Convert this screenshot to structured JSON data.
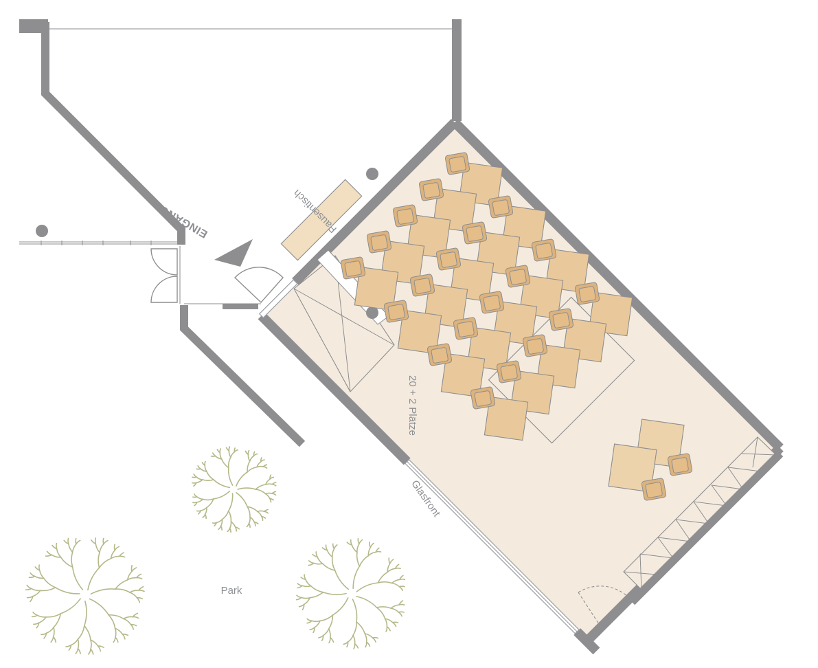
{
  "labels": {
    "entrance": "EINGANG",
    "break_table": "Pausentisch",
    "seats": "20 + 2 Plätze",
    "glass_front": "Glasfront",
    "park": "Park"
  },
  "icons": {
    "entrance_arrow": "triangle-arrow-icon",
    "trees": "tree-icon"
  },
  "colors": {
    "wall": "#8e8e90",
    "floor": "#f4ebde",
    "desk": "#e9c99b",
    "chair": "#dcb27d",
    "tree": "#b5b889",
    "text": "#8d8f93"
  }
}
